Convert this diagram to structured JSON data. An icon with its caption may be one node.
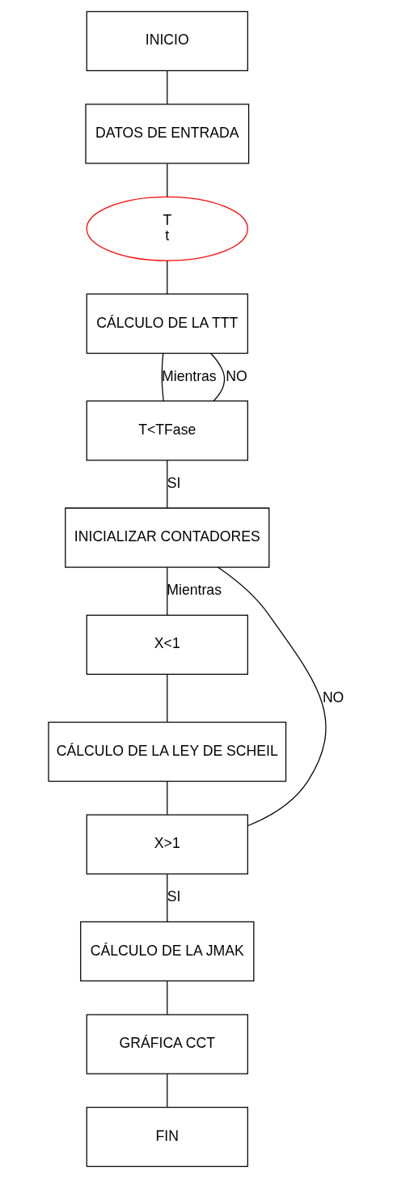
{
  "diagram": {
    "nodes": [
      {
        "text": [
          "INICIO"
        ]
      },
      {
        "text": [
          "DATOS DE ENTRADA"
        ]
      },
      {
        "text": [
          "T",
          "t"
        ]
      },
      {
        "text": [
          "CÁLCULO DE LA TTT"
        ]
      },
      {
        "text": [
          "T<TFase"
        ]
      },
      {
        "text": [
          "INICIALIZAR CONTADORES"
        ]
      },
      {
        "text": [
          "X<1"
        ]
      },
      {
        "text": [
          "CÁLCULO DE LA LEY DE SCHEIL"
        ]
      },
      {
        "text": [
          "X>1"
        ]
      },
      {
        "text": [
          "CÁLCULO DE LA JMAK"
        ]
      },
      {
        "text": [
          "GRÁFICA CCT"
        ]
      },
      {
        "text": [
          "FIN"
        ]
      }
    ],
    "edges": [
      {
        "from": 0,
        "to": 1,
        "arrow": "none"
      },
      {
        "from": 1,
        "to": 2,
        "arrow": "none"
      },
      {
        "from": 2,
        "to": 3,
        "arrow": "none"
      },
      {
        "from": 3,
        "to": 4,
        "arrow": "none",
        "label": "Mientras"
      },
      {
        "from": 4,
        "to": 3,
        "arrow": "none",
        "label": "NO"
      },
      {
        "from": 4,
        "to": 5,
        "arrow": "none",
        "label": "SI"
      },
      {
        "from": 5,
        "to": 6,
        "arrow": "none",
        "label": "Mientras"
      },
      {
        "from": 6,
        "to": 7,
        "arrow": "none"
      },
      {
        "from": 7,
        "to": 8,
        "arrow": "none"
      },
      {
        "from": 8,
        "to": 5,
        "arrow": "none",
        "label": "NO"
      },
      {
        "from": 8,
        "to": 9,
        "arrow": "none",
        "label": "SI"
      },
      {
        "from": 9,
        "to": 10,
        "arrow": "none"
      },
      {
        "from": 10,
        "to": 11,
        "arrow": "none"
      }
    ]
  }
}
